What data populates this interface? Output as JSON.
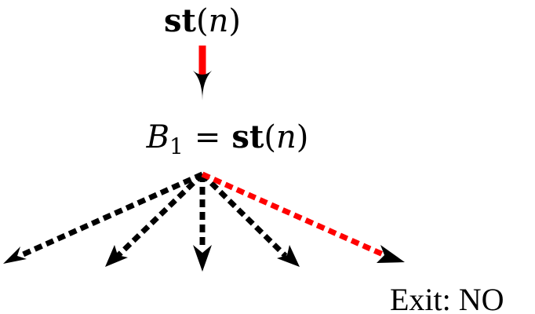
{
  "diagram": {
    "top_node": {
      "func": "st",
      "arg": "n"
    },
    "middle_node": {
      "var": "B",
      "subscript": "1",
      "equals": "=",
      "func": "st",
      "arg": "n"
    },
    "exit_label": "Exit: NO",
    "branch_count": 5,
    "highlighted_branch": 5,
    "colors": {
      "highlight": "#ff0000",
      "default": "#000000",
      "background": "#ffffff"
    }
  }
}
